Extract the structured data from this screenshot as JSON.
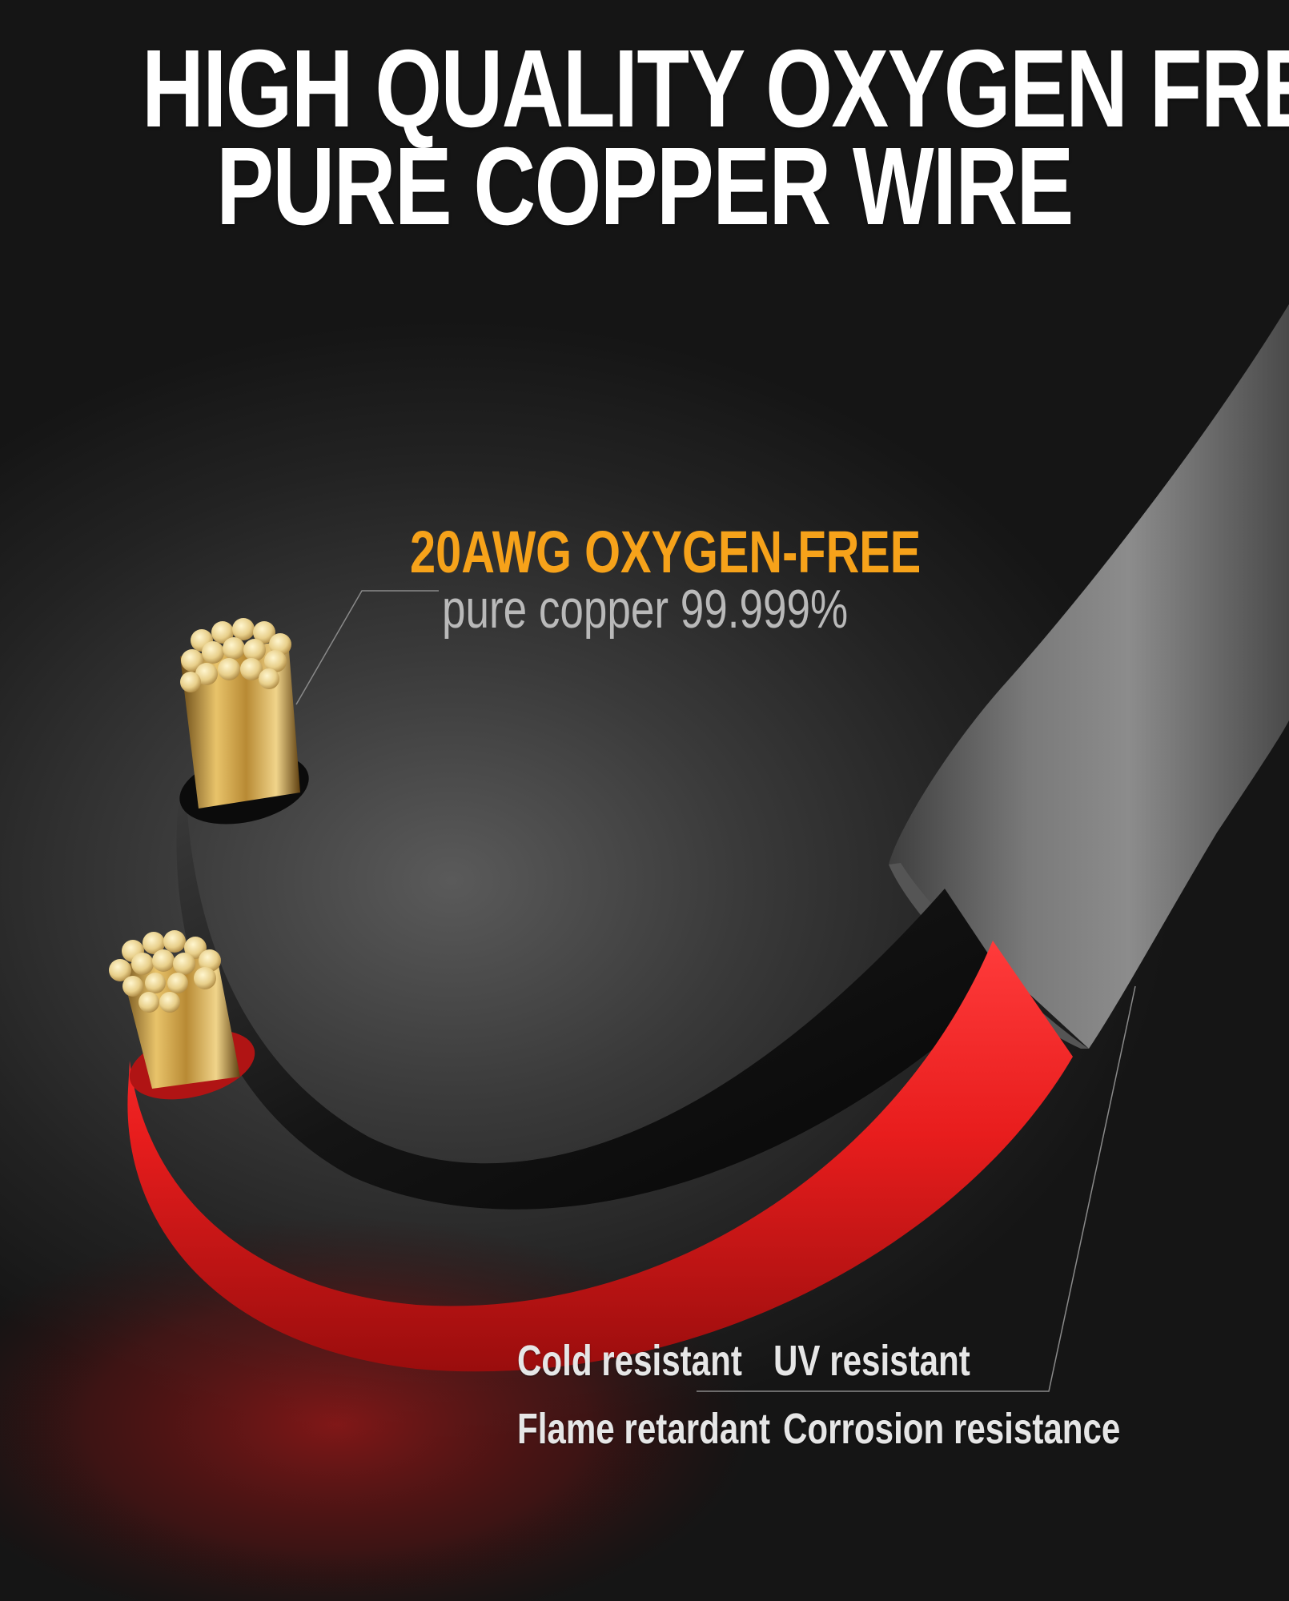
{
  "headline": {
    "line1": "HIGH QUALITY OXYGEN FREE",
    "line2": "PURE COPPER WIRE"
  },
  "spec": {
    "main": "20AWG OXYGEN-FREE",
    "sub": "pure copper 99.999%"
  },
  "features": [
    {
      "label": "Cold resistant"
    },
    {
      "label": "UV resistant"
    },
    {
      "label": "Flame retardant"
    },
    {
      "label": "Corrosion resistance"
    }
  ],
  "colors": {
    "accent": "#f6a21a",
    "red_wire": "#e81d1d",
    "black_wire": "#141414",
    "sheath": "#6b6b6b",
    "copper": "#c89a45"
  }
}
